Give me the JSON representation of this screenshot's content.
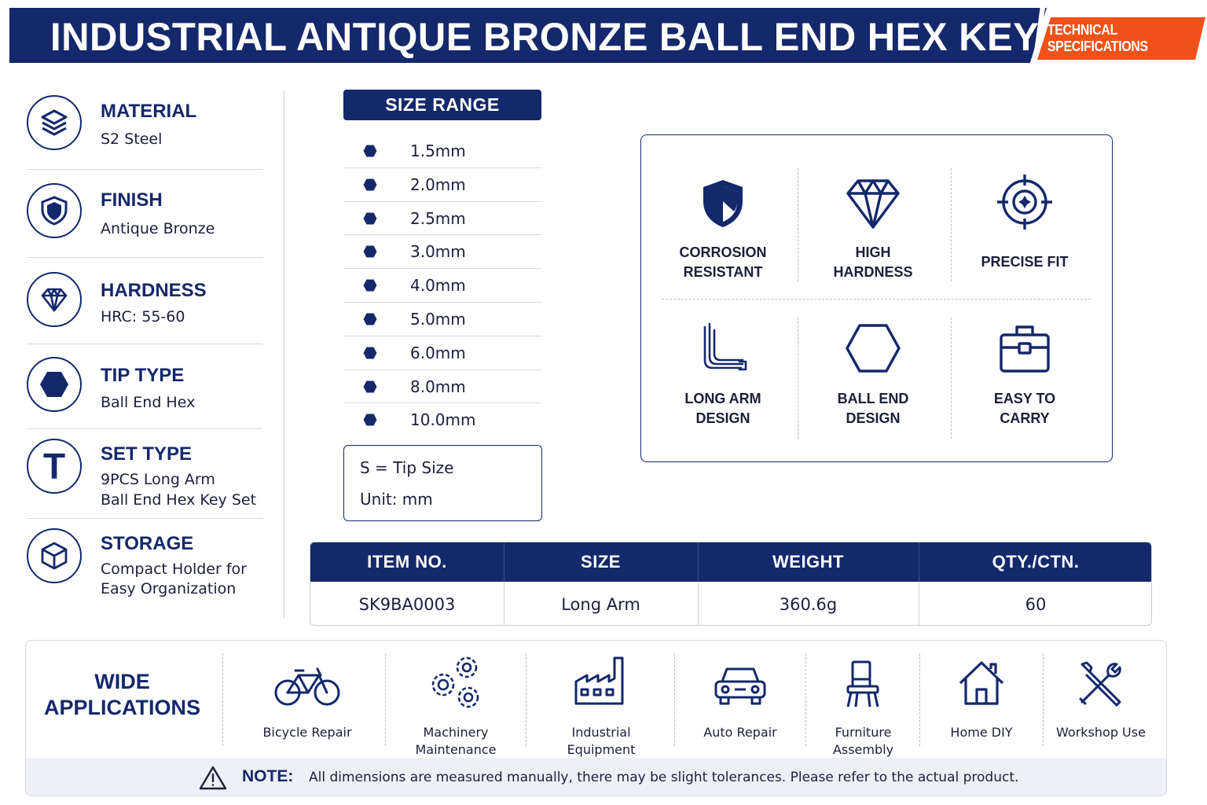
{
  "header": {
    "title": "INDUSTRIAL ANTIQUE BRONZE BALL END HEX KEY SET",
    "tag": "TECHNICAL SPECIFICATIONS",
    "colors": {
      "navy": "#14286b",
      "accent": "#f0521a"
    }
  },
  "specs": [
    {
      "icon": "layers-icon",
      "label": "MATERIAL",
      "value": "S2 Steel"
    },
    {
      "icon": "shield-icon",
      "label": "FINISH",
      "value": "Antique Bronze"
    },
    {
      "icon": "diamond-icon",
      "label": "HARDNESS",
      "value": "HRC: 55-60"
    },
    {
      "icon": "hexagon-icon",
      "label": "TIP TYPE",
      "value": "Ball End Hex"
    },
    {
      "icon": "letter-t-icon",
      "label": "SET TYPE",
      "value_lines": [
        "9PCS Long Arm",
        "Ball End Hex Key Set"
      ]
    },
    {
      "icon": "cube-icon",
      "label": "STORAGE",
      "value_lines": [
        "Compact Holder for",
        "Easy Organization"
      ]
    }
  ],
  "set_type_letter": "T",
  "size_range": {
    "title": "SIZE RANGE",
    "sizes": [
      "1.5mm",
      "2.0mm",
      "2.5mm",
      "3.0mm",
      "4.0mm",
      "5.0mm",
      "6.0mm",
      "8.0mm",
      "10.0mm"
    ],
    "note_line1": "S = Tip Size",
    "note_line2": "Unit: mm"
  },
  "features": [
    {
      "icon": "shield-icon",
      "lines": [
        "CORROSION",
        "RESISTANT"
      ]
    },
    {
      "icon": "diamond-icon",
      "lines": [
        "HIGH",
        "HARDNESS"
      ]
    },
    {
      "icon": "crosshair-icon",
      "lines": [
        "PRECISE FIT"
      ]
    },
    {
      "icon": "hex-keys-icon",
      "lines": [
        "LONG ARM",
        "DESIGN"
      ]
    },
    {
      "icon": "hexagon-outline-icon",
      "lines": [
        "BALL END",
        "DESIGN"
      ]
    },
    {
      "icon": "case-icon",
      "lines": [
        "EASY TO",
        "CARRY"
      ]
    }
  ],
  "product_table": {
    "headers": [
      "ITEM NO.",
      "SIZE",
      "WEIGHT",
      "QTY./CTN."
    ],
    "row": [
      "SK9BA0003",
      "Long Arm",
      "360.6g",
      "60"
    ]
  },
  "applications": {
    "title_line1": "WIDE",
    "title_line2": "APPLICATIONS",
    "items": [
      {
        "icon": "bicycle-icon",
        "lines": [
          "Bicycle Repair"
        ]
      },
      {
        "icon": "gears-icon",
        "lines": [
          "Machinery",
          "Maintenance"
        ]
      },
      {
        "icon": "factory-icon",
        "lines": [
          "Industrial",
          "Equipment"
        ]
      },
      {
        "icon": "car-icon",
        "lines": [
          "Auto Repair"
        ]
      },
      {
        "icon": "chair-icon",
        "lines": [
          "Furniture",
          "Assembly"
        ]
      },
      {
        "icon": "house-icon",
        "lines": [
          "Home DIY"
        ]
      },
      {
        "icon": "tools-icon",
        "lines": [
          "Workshop Use"
        ]
      }
    ]
  },
  "note": {
    "label": "NOTE:",
    "text": "All dimensions are measured manually, there may be slight tolerances. Please refer to the actual product."
  }
}
